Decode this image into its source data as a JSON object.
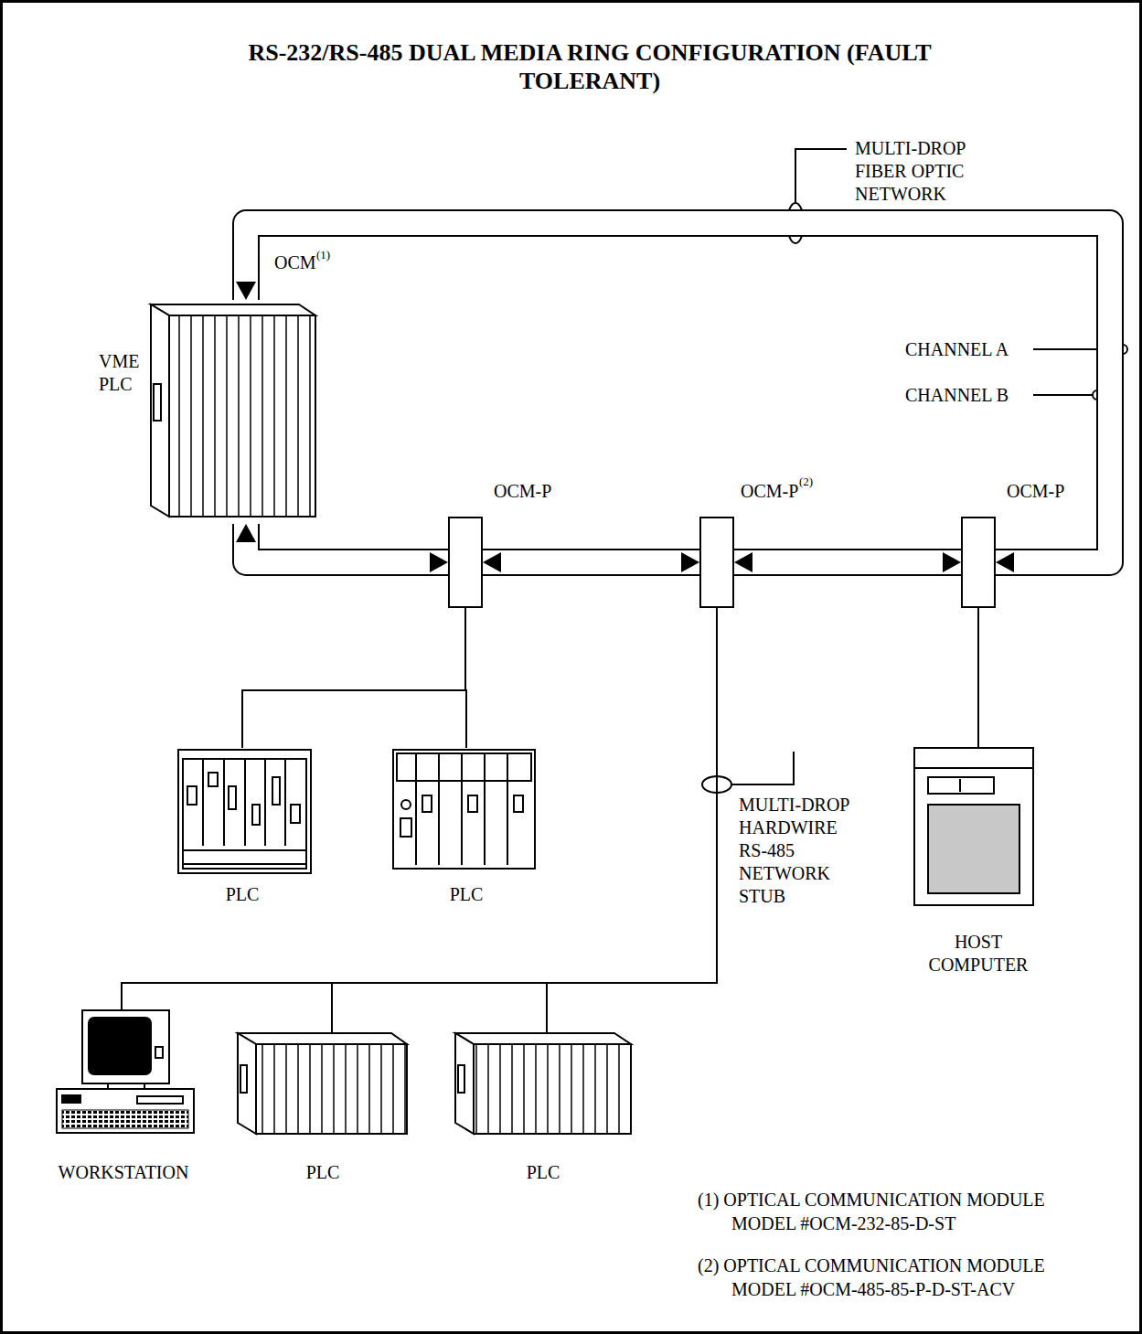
{
  "diagram": {
    "title": "RS-232/RS-485 DUAL MEDIA RING CONFIGURATION (FAULT TOLERANT)",
    "nodes": [
      {
        "text": [
          "VME PLC"
        ]
      },
      {
        "text": [
          "OCM-P"
        ]
      },
      {
        "text": [
          "OCM-P"
        ]
      },
      {
        "text": [
          "OCM-P"
        ]
      },
      {
        "text": [
          "PLC"
        ]
      },
      {
        "text": [
          "PLC"
        ]
      },
      {
        "text": [
          "HOST COMPUTER"
        ]
      },
      {
        "text": [
          "WORKSTATION"
        ]
      },
      {
        "text": [
          "PLC"
        ]
      },
      {
        "text": [
          "PLC"
        ]
      }
    ],
    "edges": [
      {
        "from": 0,
        "to": 1,
        "arrow": "both"
      },
      {
        "from": 1,
        "to": 2,
        "arrow": "both"
      },
      {
        "from": 2,
        "to": 3,
        "arrow": "both"
      },
      {
        "from": 3,
        "to": 0,
        "arrow": "both"
      },
      {
        "from": 1,
        "to": 4,
        "arrow": "none"
      },
      {
        "from": 1,
        "to": 5,
        "arrow": "none"
      },
      {
        "from": 2,
        "to": 7,
        "arrow": "none"
      },
      {
        "from": 2,
        "to": 8,
        "arrow": "none"
      },
      {
        "from": 2,
        "to": 9,
        "arrow": "none"
      },
      {
        "from": 3,
        "to": 6,
        "arrow": "none"
      }
    ],
    "labels": [
      "MULTI-DROP FIBER OPTIC NETWORK",
      "CHANNEL A",
      "CHANNEL B",
      "OCM",
      "(1)",
      "(2)",
      "MULTI-DROP HARDWIRE RS-485 NETWORK STUB",
      "(1) OPTICAL COMMUNICATION MODULE",
      "MODEL #OCM-232-85-D-ST",
      "(2) OPTICAL COMMUNICATION MODULE",
      "MODEL #OCM-485-85-P-D-ST-ACV"
    ]
  }
}
